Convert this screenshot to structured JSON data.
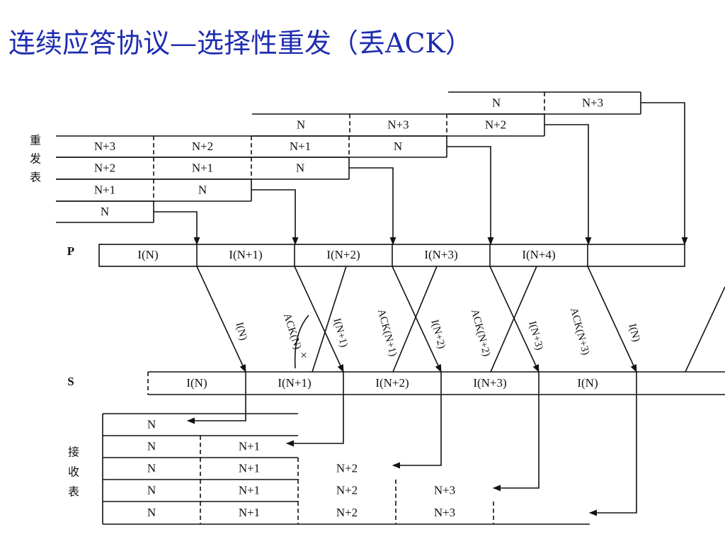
{
  "title": "连续应答协议—选择性重发（丢ACK）",
  "labels": {
    "resend_table": [
      "重",
      "发",
      "表"
    ],
    "receive_table": [
      "接",
      "收",
      "表"
    ],
    "p": "P",
    "s": "S"
  },
  "resend_rows": [
    [
      "N",
      "N+3"
    ],
    [
      "N",
      "N+3",
      "N+2"
    ],
    [
      "N+3",
      "N+2",
      "N+1",
      "N"
    ],
    [
      "N+2",
      "N+1",
      "N"
    ],
    [
      "N+1",
      "N"
    ],
    [
      "N"
    ]
  ],
  "p_frames": [
    "I(N)",
    "I(N+1)",
    "I(N+2)",
    "I(N+3)",
    "I(N+4)",
    ""
  ],
  "s_frames": [
    "I(N)",
    "I(N+1)",
    "I(N+2)",
    "I(N+3)",
    "I(N)",
    ""
  ],
  "messages": [
    "I(N)",
    "ACK(N)",
    "I(N+1)",
    "ACK(N+1)",
    "I(N+2)",
    "ACK(N+2)",
    "I(N+3)",
    "ACK(N+3)",
    "I(N)"
  ],
  "lost_mark": "×",
  "receive_rows": [
    [
      "N"
    ],
    [
      "N",
      "N+1"
    ],
    [
      "N",
      "N+1",
      "N+2"
    ],
    [
      "N",
      "N+1",
      "N+2",
      "N+3"
    ],
    [
      "N",
      "N+1",
      "N+2",
      "N+3"
    ]
  ]
}
